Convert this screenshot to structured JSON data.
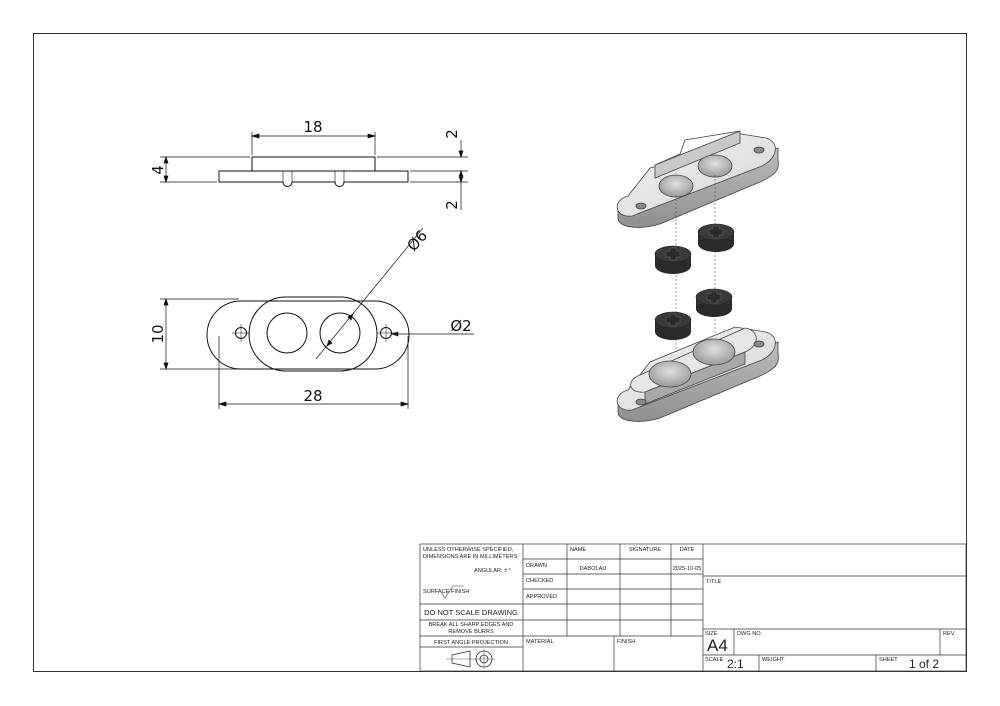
{
  "drawing": {
    "dimensions": {
      "width_top": "18",
      "step_top": "2",
      "thickness": "4",
      "step_bottom": "2",
      "hole_large": "Ø6",
      "hole_small": "Ø2",
      "height": "10",
      "length": "28"
    }
  },
  "title_block": {
    "notes": {
      "unless_line1": "UNLESS OTHERWISE SPECIFIED,",
      "unless_line2": "DIMENSIONS ARE IN MILLIMETERS",
      "angular": "ANGULAR: ± °",
      "surface_finish": "SURFACE FINISH",
      "do_not_scale": "DO NOT SCALE DRAWING",
      "break_line1": "BREAK ALL SHARP EDGES AND",
      "break_line2": "REMOVE BURRS",
      "projection": "FIRST ANGLE PROJECTION"
    },
    "headers": {
      "name": "NAME",
      "signature": "SIGNATURE",
      "date": "DATE"
    },
    "rows": {
      "drawn": "DRAWN",
      "drawn_name": "DABOLAU",
      "drawn_date": "2025-10-05",
      "checked": "CHECKED",
      "approved": "APPROVED"
    },
    "material_label": "MATERIAL",
    "finish_label": "FINISH",
    "title_label": "TITLE",
    "size_label": "SIZE",
    "size_value": "A4",
    "dwg_no_label": "DWG NO.",
    "rev_label": "REV.",
    "scale_label": "SCALE",
    "scale_value": "2:1",
    "weight_label": "WEIGHT",
    "sheet_label": "SHEET",
    "sheet_value": "1 of 2"
  }
}
